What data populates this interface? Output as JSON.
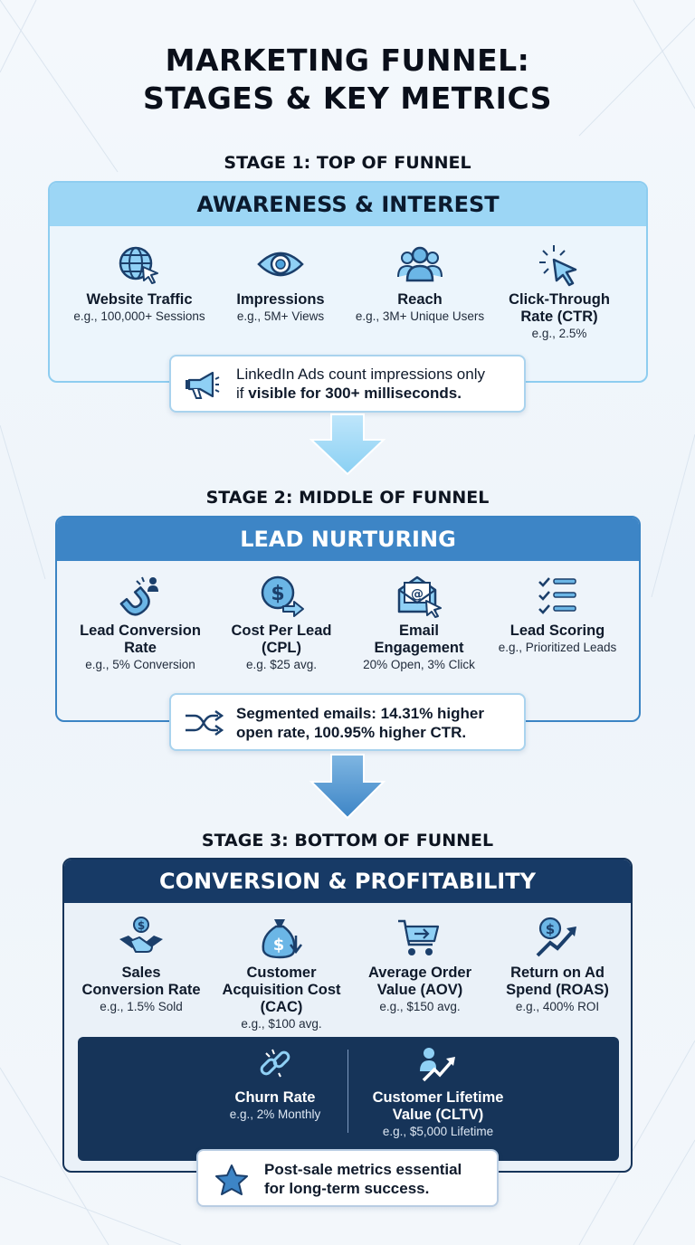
{
  "title": {
    "line1": "MARKETING FUNNEL:",
    "line2": "STAGES & KEY METRICS"
  },
  "colors": {
    "stage1_header": "#9cd6f5",
    "stage2_header": "#3d85c6",
    "stage3_header": "#173a66",
    "icon_fill": "#6bb6e6",
    "icon_stroke": "#1b3f6b"
  },
  "stages": [
    {
      "label": "STAGE 1: TOP OF FUNNEL",
      "header": "AWARENESS & INTEREST",
      "metrics": [
        {
          "icon": "globe-cursor-icon",
          "name": "Website Traffic",
          "value": "e.g., 100,000+ Sessions"
        },
        {
          "icon": "eye-icon",
          "name": "Impressions",
          "value": "e.g., 5M+ Views"
        },
        {
          "icon": "people-group-icon",
          "name": "Reach",
          "value": "e.g., 3M+ Unique Users"
        },
        {
          "icon": "cursor-click-icon",
          "name_line1": "Click-Through",
          "name_line2": "Rate (CTR)",
          "value": "e.g., 2.5%"
        }
      ],
      "callout": {
        "icon": "megaphone-icon",
        "line1": "LinkedIn Ads count impressions only",
        "line2_prefix": "if ",
        "line2_bold": "visible for 300+ milliseconds."
      }
    },
    {
      "label": "STAGE 2: MIDDLE OF FUNNEL",
      "header": "LEAD NURTURING",
      "metrics": [
        {
          "icon": "magnet-icon",
          "name_line1": "Lead Conversion",
          "name_line2": "Rate",
          "value": "e.g., 5% Conversion"
        },
        {
          "icon": "dollar-arrow-icon",
          "name_line1": "Cost Per Lead",
          "name_line2": "(CPL)",
          "value": "e.g. $25 avg."
        },
        {
          "icon": "email-cursor-icon",
          "name_line1": "Email",
          "name_line2": "Engagement",
          "value": "20% Open, 3% Click"
        },
        {
          "icon": "checklist-icon",
          "name": "Lead Scoring",
          "value": "e.g., Prioritized Leads"
        }
      ],
      "callout": {
        "icon": "shuffle-icon",
        "line1": "Segmented emails: 14.31% higher",
        "line2": "open rate, 100.95% higher CTR."
      }
    },
    {
      "label": "STAGE 3: BOTTOM OF FUNNEL",
      "header": "CONVERSION & PROFITABILITY",
      "metrics": [
        {
          "icon": "handshake-dollar-icon",
          "name_line1": "Sales",
          "name_line2": "Conversion Rate",
          "value": "e.g., 1.5% Sold"
        },
        {
          "icon": "money-bag-icon",
          "name_line1": "Customer",
          "name_line2": "Acquisition Cost",
          "name_line3": "(CAC)",
          "value": "e.g., $100 avg."
        },
        {
          "icon": "shopping-cart-icon",
          "name_line1": "Average Order",
          "name_line2": "Value (AOV)",
          "value": "e.g., $150 avg."
        },
        {
          "icon": "dollar-growth-icon",
          "name_line1": "Return on Ad",
          "name_line2": "Spend (ROAS)",
          "value": "e.g., 400% ROI"
        }
      ],
      "retention": [
        {
          "icon": "broken-link-icon",
          "name": "Churn Rate",
          "value": "e.g., 2% Monthly"
        },
        {
          "icon": "person-growth-icon",
          "name_line1": "Customer Lifetime",
          "name_line2": "Value (CLTV)",
          "value": "e.g., $5,000 Lifetime"
        }
      ],
      "callout": {
        "icon": "star-icon",
        "line1": "Post-sale metrics essential",
        "line2": "for long-term success."
      }
    }
  ]
}
